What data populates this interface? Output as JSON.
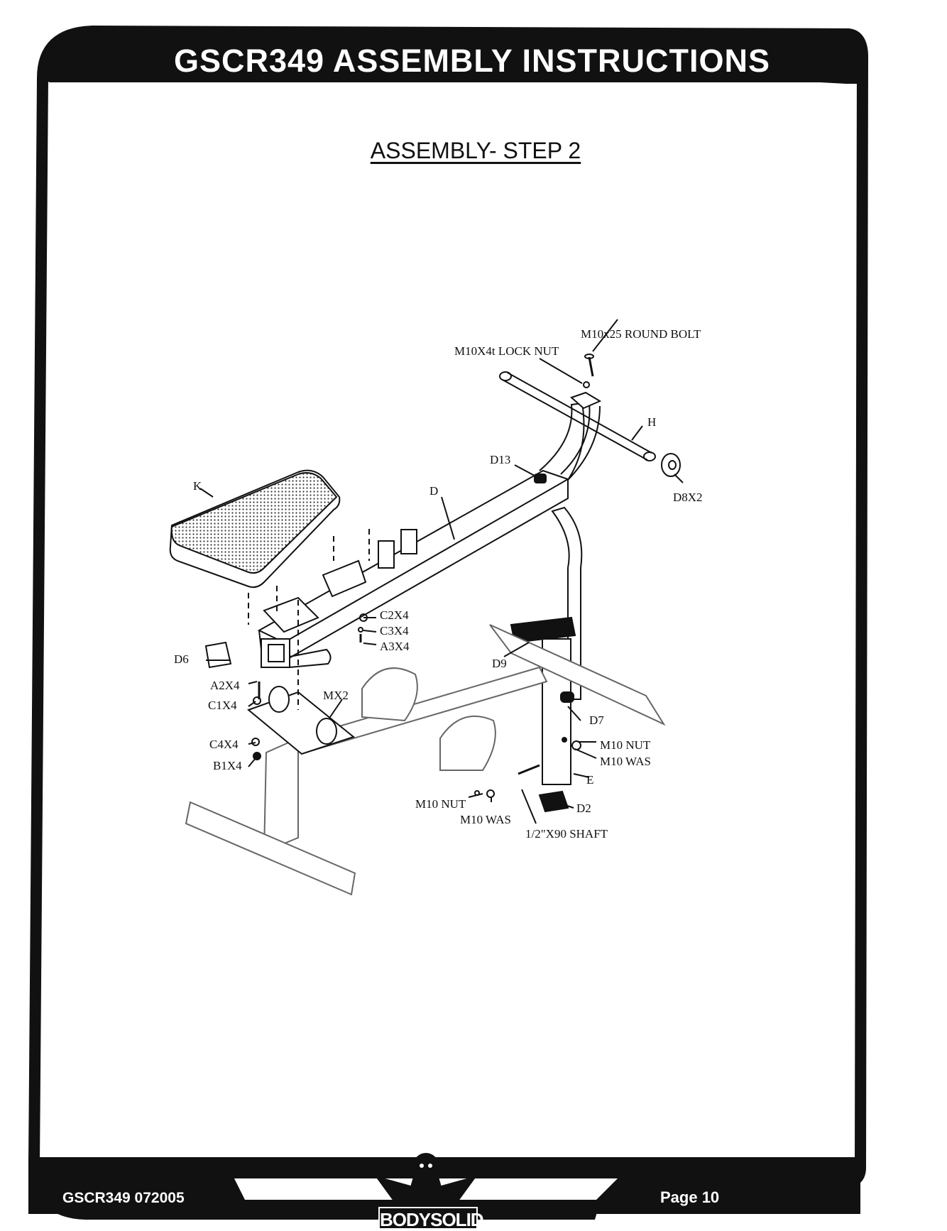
{
  "header": {
    "title": "GSCR349 ASSEMBLY INSTRUCTIONS"
  },
  "step": {
    "title": "ASSEMBLY- STEP 2"
  },
  "parts": {
    "round_bolt": "M10x25 ROUND BOLT",
    "lock_nut": "M10X4t LOCK NUT",
    "h": "H",
    "d13": "D13",
    "d8": "D8X2",
    "k": "K",
    "d": "D",
    "c2": "C2X4",
    "c3": "C3X4",
    "a3": "A3X4",
    "d6": "D6",
    "a2": "A2X4",
    "c1": "C1X4",
    "mx2": "MX2",
    "c4": "C4X4",
    "b1": "B1X4",
    "d9": "D9",
    "d7": "D7",
    "m10_nut_right": "M10 NUT",
    "m10_was_right": "M10 WAS",
    "e": "E",
    "d2": "D2",
    "m10_nut_left": "M10 NUT",
    "m10_was_left": "M10 WAS",
    "shaft": "1/2\"X90 SHAFT"
  },
  "footer": {
    "doc_code": "GSCR349 072005",
    "page": "Page 10",
    "logo": "BODYSOLID"
  }
}
